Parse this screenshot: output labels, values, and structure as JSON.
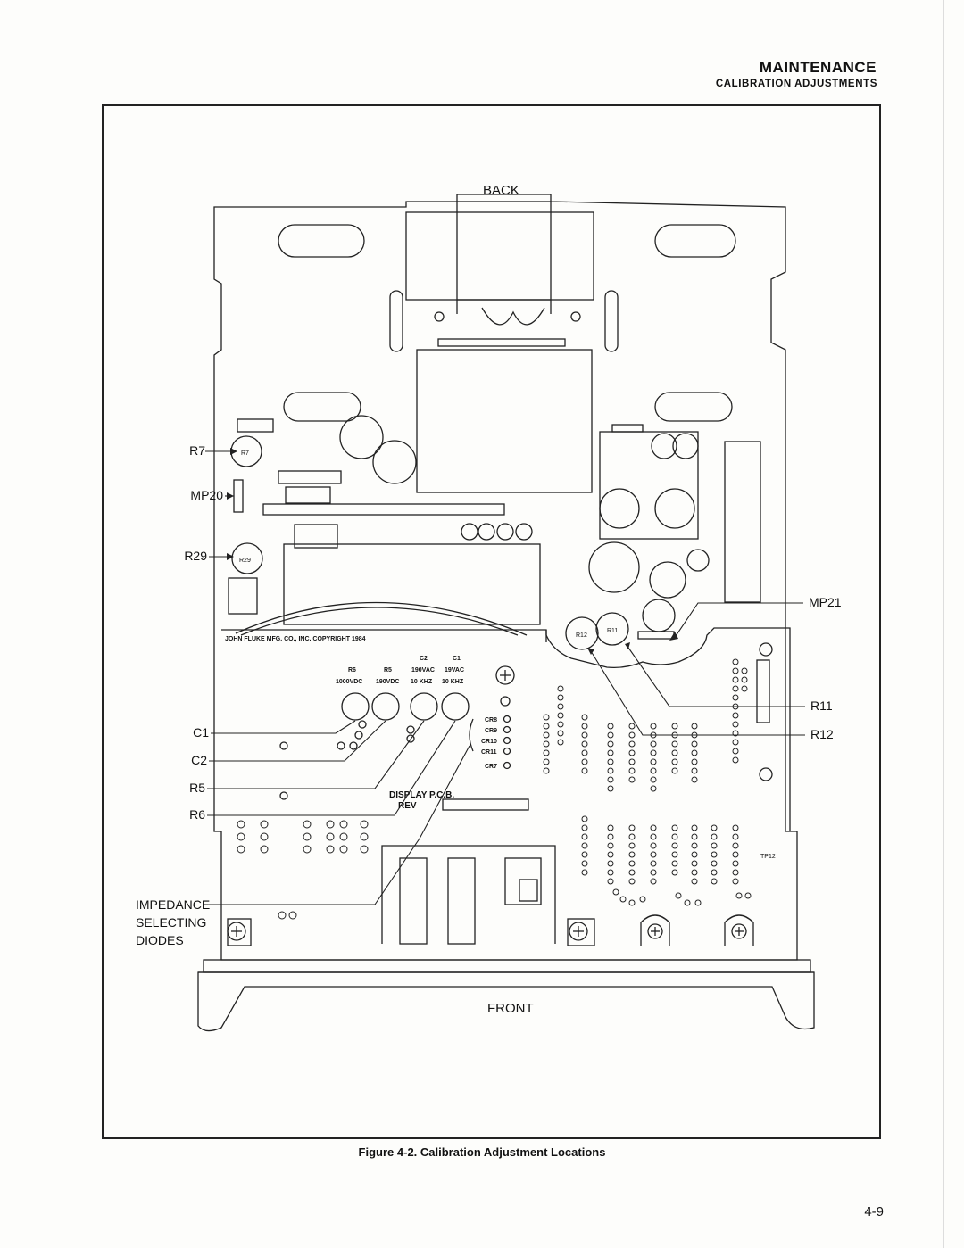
{
  "header": {
    "section_title": "MAINTENANCE",
    "subsection_title": "CALIBRATION ADJUSTMENTS"
  },
  "figure": {
    "caption": "Figure 4-2. Calibration Adjustment Locations",
    "side_labels": {
      "back": "BACK",
      "front": "FRONT"
    },
    "callouts_left": [
      "R7",
      "MP20",
      "R29",
      "C1",
      "C2",
      "R5",
      "R6"
    ],
    "callout_impedance": [
      "IMPEDANCE",
      "SELECTING",
      "DIODES"
    ],
    "callouts_right": [
      "MP21",
      "R11",
      "R12"
    ],
    "board_text": {
      "copyright": "JOHN FLUKE MFG. CO., INC. COPYRIGHT 1984",
      "col_labels_top": [
        "C2",
        "C1"
      ],
      "col_labels_mid": [
        "R6",
        "R5",
        "190VAC",
        "19VAC"
      ],
      "col_labels_bot": [
        "1000VDC",
        "190VDC",
        "10 KHZ",
        "10 KHZ"
      ],
      "cr_labels": [
        "CR8",
        "CR9",
        "CR10",
        "CR11",
        "CR7"
      ],
      "display_pcb": "DISPLAY P.C.B.",
      "rev": "REV",
      "pot_r7": "R7",
      "pot_r29": "R29",
      "pot_r12": "R12",
      "pot_r11": "R11",
      "tp12": "TP12"
    }
  },
  "page_number": "4-9"
}
